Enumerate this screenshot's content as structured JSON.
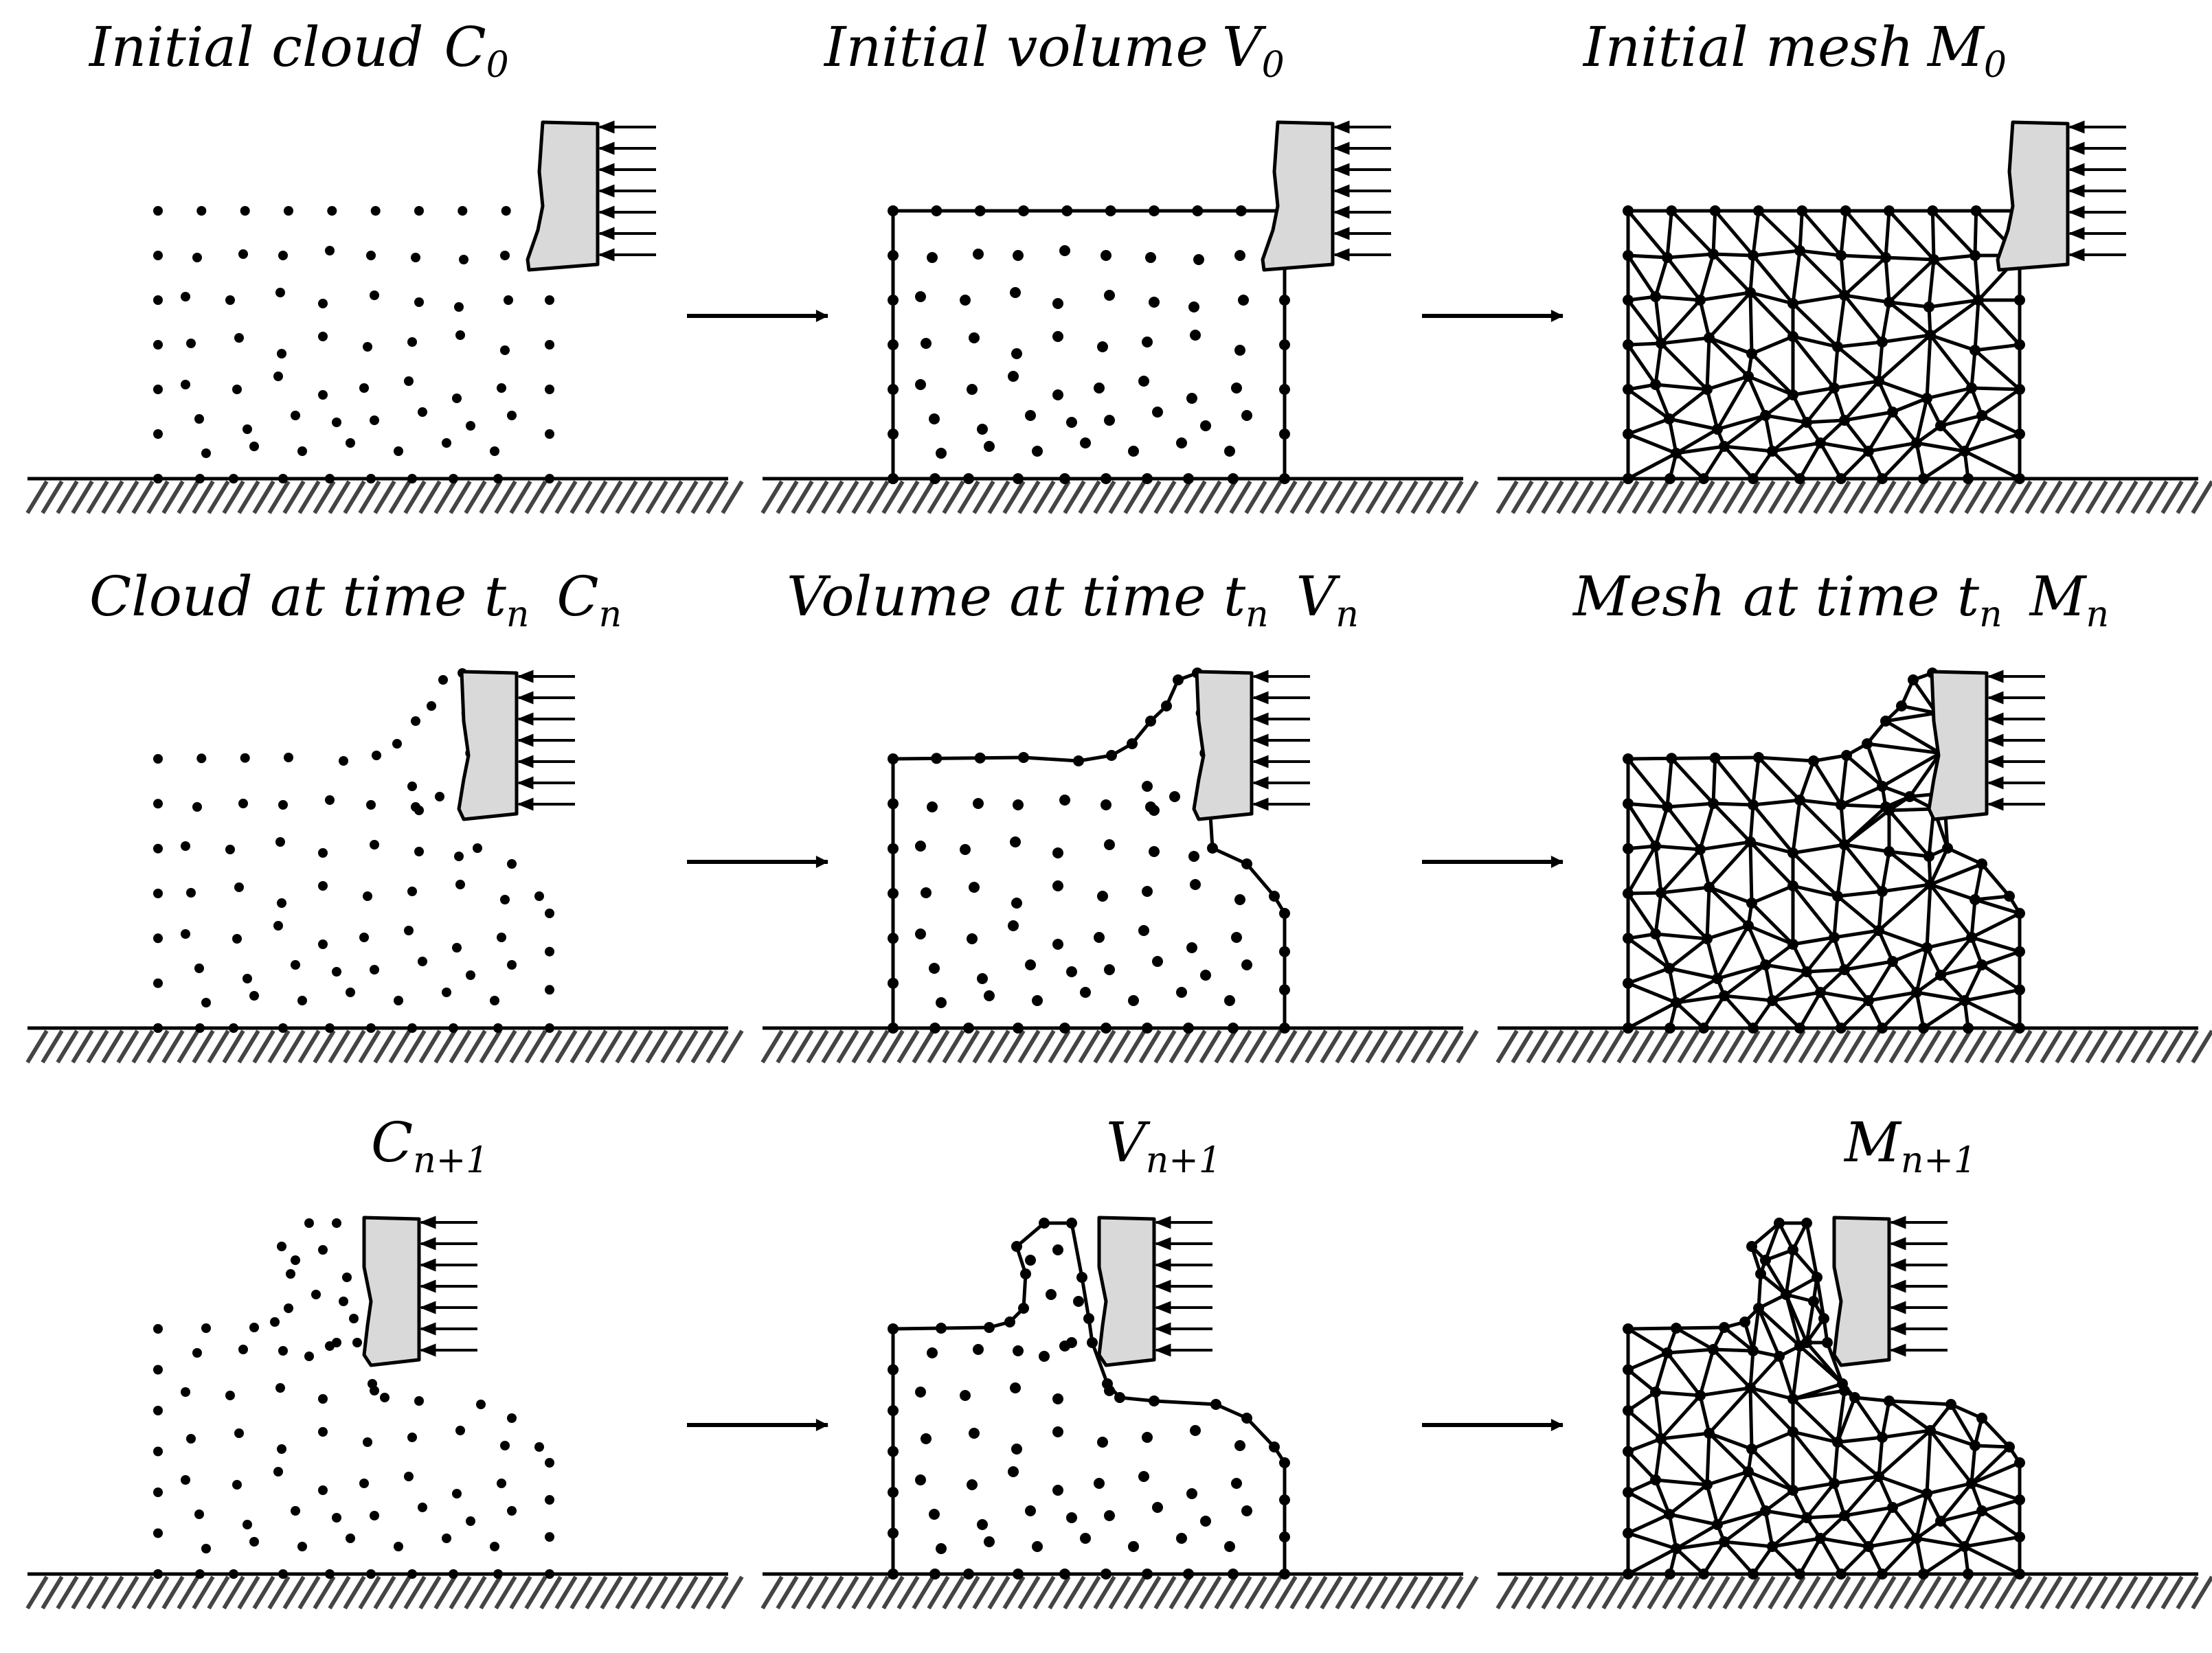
{
  "panels": [
    {
      "label": "Initial cloud",
      "symbol": "C",
      "subscript": "0",
      "kind": "cloud",
      "stage": 0
    },
    {
      "label": "Initial volume",
      "symbol": "V",
      "subscript": "0",
      "kind": "volume",
      "stage": 0
    },
    {
      "label": "Initial mesh",
      "symbol": "M",
      "subscript": "0",
      "kind": "mesh",
      "stage": 0
    },
    {
      "label": "Cloud at time t",
      "label_subscript": "n",
      "symbol": "C",
      "subscript": "n",
      "kind": "cloud",
      "stage": 1
    },
    {
      "label": "Volume at time t",
      "label_subscript": "n",
      "symbol": "V",
      "subscript": "n",
      "kind": "volume",
      "stage": 1
    },
    {
      "label": "Mesh at time t",
      "label_subscript": "n",
      "symbol": "M",
      "subscript": "n",
      "kind": "mesh",
      "stage": 1
    },
    {
      "label": "",
      "symbol": "C",
      "subscript": "n+1",
      "kind": "cloud",
      "stage": 2
    },
    {
      "label": "",
      "symbol": "V",
      "subscript": "n+1",
      "kind": "volume",
      "stage": 2
    },
    {
      "label": "",
      "symbol": "M",
      "subscript": "n+1",
      "kind": "mesh",
      "stage": 2
    }
  ],
  "arrows_per_row": 2,
  "tool_color": "#d9d9d9",
  "ink_color": "#000000"
}
